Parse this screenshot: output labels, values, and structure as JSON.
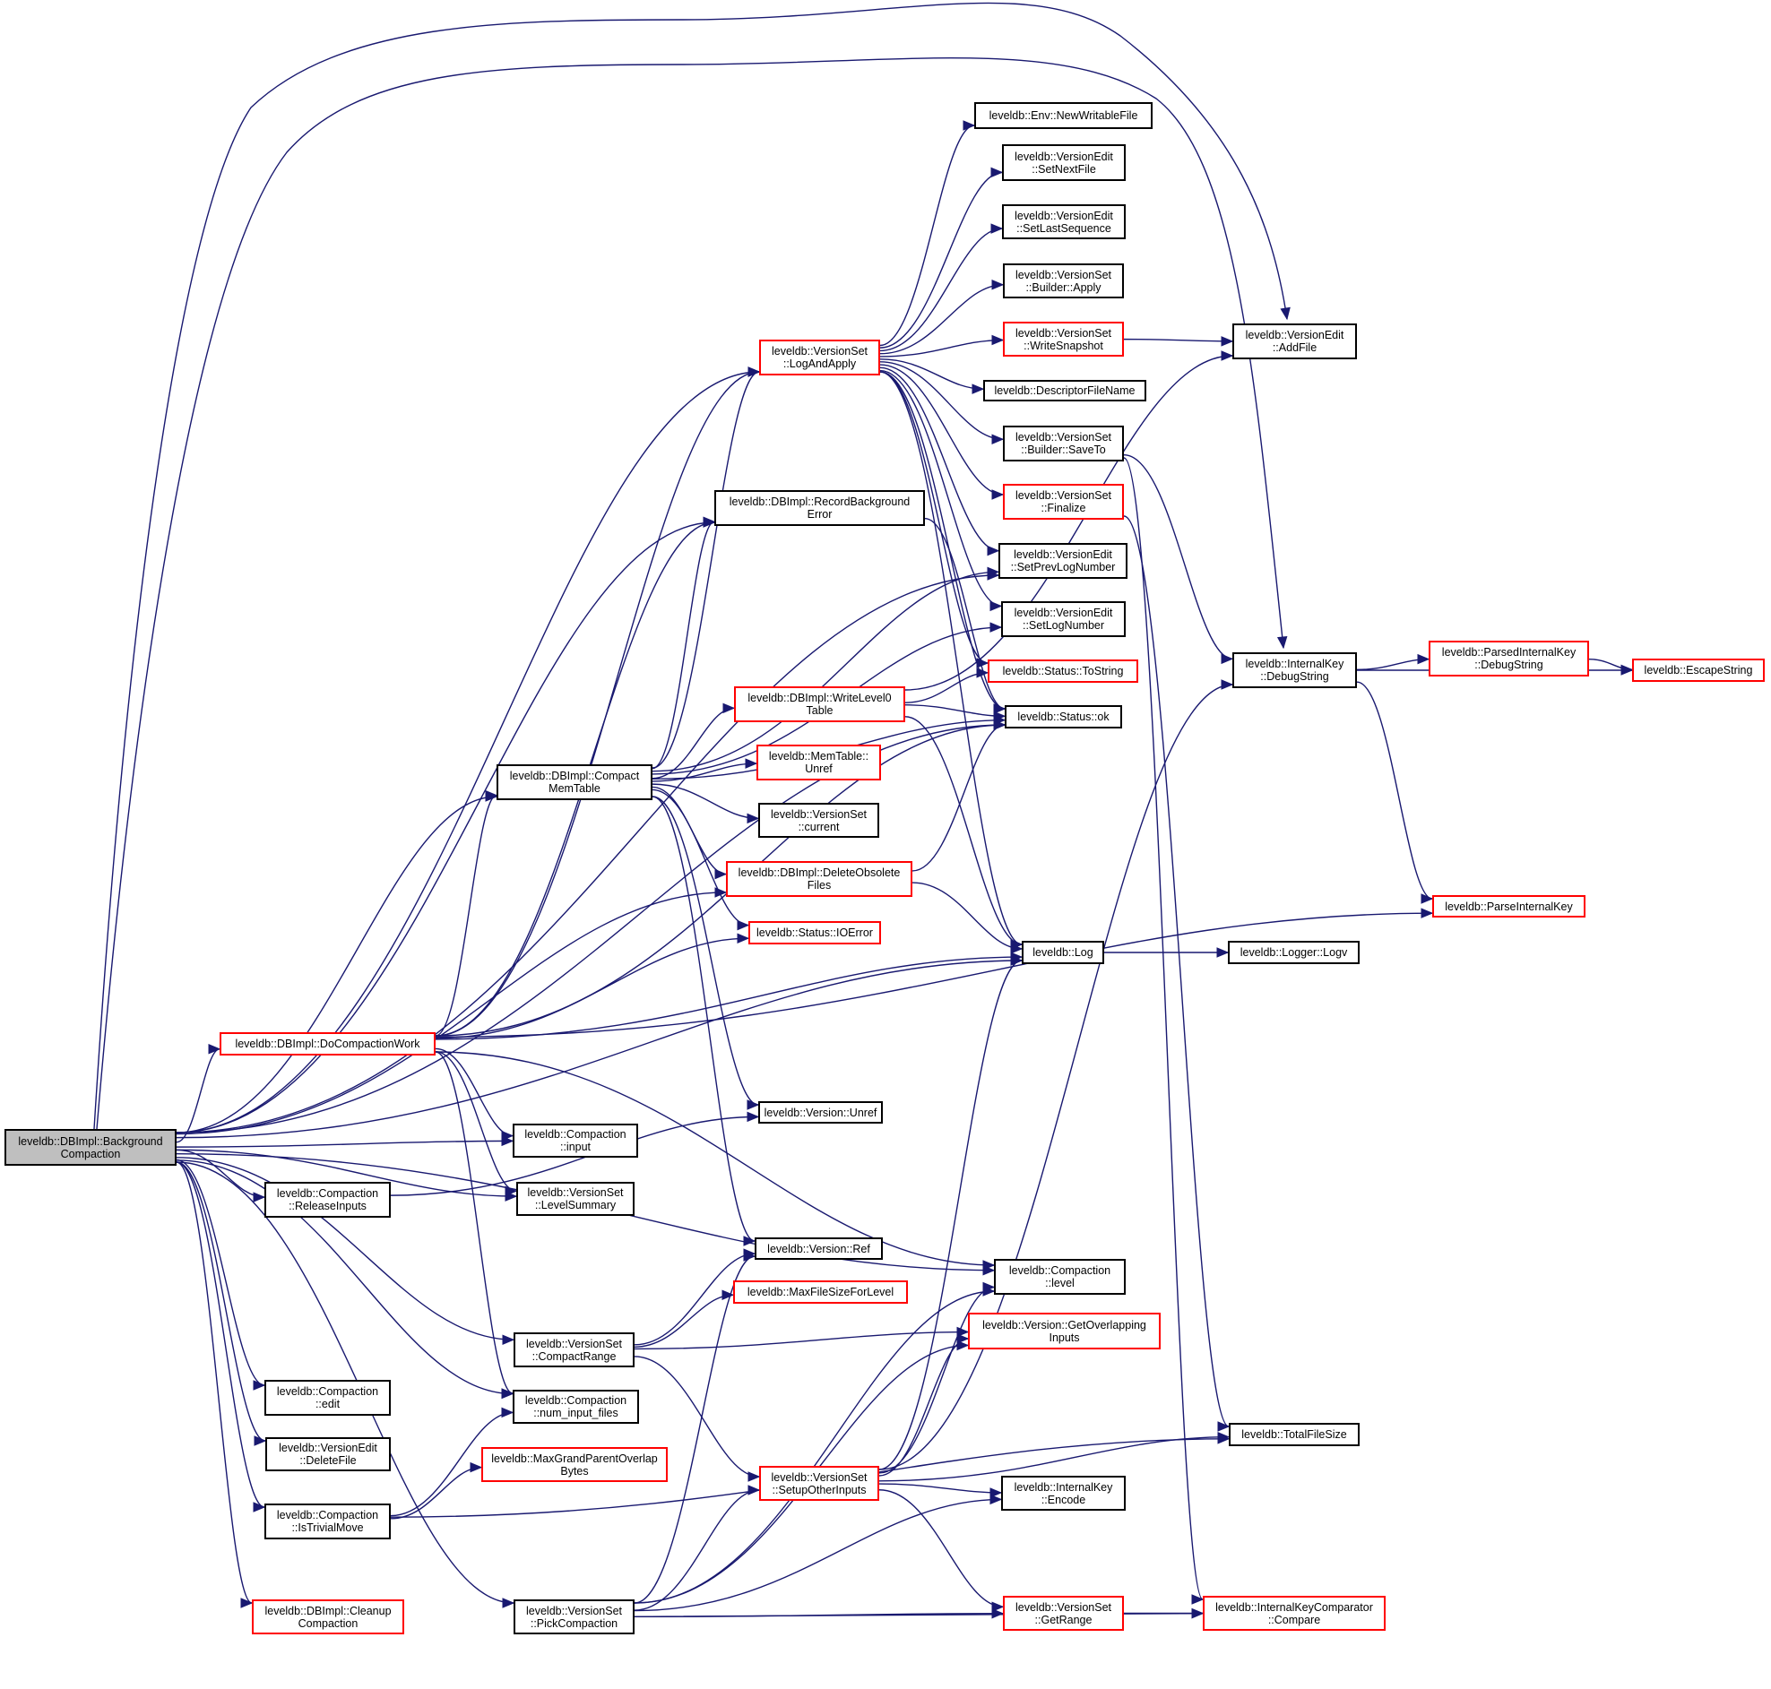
{
  "title": "Call graph of leveldb::DBImpl::BackgroundCompaction",
  "colors": {
    "edge": "#191970",
    "root_fill": "#bfbfbf",
    "truncated_border": "#ff0000",
    "normal_border": "#000000"
  },
  "nodes": [
    {
      "id": "root",
      "lines": [
        "leveldb::DBImpl::Background",
        "Compaction"
      ],
      "style": "root"
    },
    {
      "id": "doCompactionWork",
      "lines": [
        "leveldb::DBImpl::DoCompactionWork"
      ],
      "style": "red"
    },
    {
      "id": "compactMemTable",
      "lines": [
        "leveldb::DBImpl::Compact",
        "MemTable"
      ],
      "style": "normal"
    },
    {
      "id": "logAndApply",
      "lines": [
        "leveldb::VersionSet",
        "::LogAndApply"
      ],
      "style": "red"
    },
    {
      "id": "recordBgError",
      "lines": [
        "leveldb::DBImpl::RecordBackground",
        "Error"
      ],
      "style": "normal"
    },
    {
      "id": "newWritableFile",
      "lines": [
        "leveldb::Env::NewWritableFile"
      ],
      "style": "normal"
    },
    {
      "id": "setNextFile",
      "lines": [
        "leveldb::VersionEdit",
        "::SetNextFile"
      ],
      "style": "normal"
    },
    {
      "id": "setLastSequence",
      "lines": [
        "leveldb::VersionEdit",
        "::SetLastSequence"
      ],
      "style": "normal"
    },
    {
      "id": "builderApply",
      "lines": [
        "leveldb::VersionSet",
        "::Builder::Apply"
      ],
      "style": "normal"
    },
    {
      "id": "writeSnapshot",
      "lines": [
        "leveldb::VersionSet",
        "::WriteSnapshot"
      ],
      "style": "red"
    },
    {
      "id": "descriptorFileName",
      "lines": [
        "leveldb::DescriptorFileName"
      ],
      "style": "normal"
    },
    {
      "id": "builderSaveTo",
      "lines": [
        "leveldb::VersionSet",
        "::Builder::SaveTo"
      ],
      "style": "normal"
    },
    {
      "id": "finalize",
      "lines": [
        "leveldb::VersionSet",
        "::Finalize"
      ],
      "style": "red"
    },
    {
      "id": "setPrevLogNumber",
      "lines": [
        "leveldb::VersionEdit",
        "::SetPrevLogNumber"
      ],
      "style": "normal"
    },
    {
      "id": "setLogNumber",
      "lines": [
        "leveldb::VersionEdit",
        "::SetLogNumber"
      ],
      "style": "normal"
    },
    {
      "id": "statusToString",
      "lines": [
        "leveldb::Status::ToString"
      ],
      "style": "red"
    },
    {
      "id": "statusOk",
      "lines": [
        "leveldb::Status::ok"
      ],
      "style": "normal"
    },
    {
      "id": "addFile",
      "lines": [
        "leveldb::VersionEdit",
        "::AddFile"
      ],
      "style": "normal"
    },
    {
      "id": "ikDebugString",
      "lines": [
        "leveldb::InternalKey",
        "::DebugString"
      ],
      "style": "normal"
    },
    {
      "id": "pikDebugString",
      "lines": [
        "leveldb::ParsedInternalKey",
        "::DebugString"
      ],
      "style": "red"
    },
    {
      "id": "escapeString",
      "lines": [
        "leveldb::EscapeString"
      ],
      "style": "red"
    },
    {
      "id": "writeLevel0Table",
      "lines": [
        "leveldb::DBImpl::WriteLevel0",
        "Table"
      ],
      "style": "red"
    },
    {
      "id": "memTableUnref",
      "lines": [
        "leveldb::MemTable::",
        "Unref"
      ],
      "style": "red"
    },
    {
      "id": "versionSetCurrent",
      "lines": [
        "leveldb::VersionSet",
        "::current"
      ],
      "style": "normal"
    },
    {
      "id": "deleteObsoleteFiles",
      "lines": [
        "leveldb::DBImpl::DeleteObsolete",
        "Files"
      ],
      "style": "red"
    },
    {
      "id": "statusIOError",
      "lines": [
        "leveldb::Status::IOError"
      ],
      "style": "red"
    },
    {
      "id": "log",
      "lines": [
        "leveldb::Log"
      ],
      "style": "normal"
    },
    {
      "id": "loggerLogv",
      "lines": [
        "leveldb::Logger::Logv"
      ],
      "style": "normal"
    },
    {
      "id": "parseInternalKey",
      "lines": [
        "leveldb::ParseInternalKey"
      ],
      "style": "red"
    },
    {
      "id": "versionUnref",
      "lines": [
        "leveldb::Version::Unref"
      ],
      "style": "normal"
    },
    {
      "id": "compactionInput",
      "lines": [
        "leveldb::Compaction",
        "::input"
      ],
      "style": "normal"
    },
    {
      "id": "levelSummary",
      "lines": [
        "leveldb::VersionSet",
        "::LevelSummary"
      ],
      "style": "normal"
    },
    {
      "id": "releaseInputs",
      "lines": [
        "leveldb::Compaction",
        "::ReleaseInputs"
      ],
      "style": "normal"
    },
    {
      "id": "versionRef",
      "lines": [
        "leveldb::Version::Ref"
      ],
      "style": "normal"
    },
    {
      "id": "maxFileSizeForLevel",
      "lines": [
        "leveldb::MaxFileSizeForLevel"
      ],
      "style": "red"
    },
    {
      "id": "compactionLevel",
      "lines": [
        "leveldb::Compaction",
        "::level"
      ],
      "style": "normal"
    },
    {
      "id": "getOverlappingInputs",
      "lines": [
        "leveldb::Version::GetOverlapping",
        "Inputs"
      ],
      "style": "red"
    },
    {
      "id": "compactRange",
      "lines": [
        "leveldb::VersionSet",
        "::CompactRange"
      ],
      "style": "normal"
    },
    {
      "id": "compactionEdit",
      "lines": [
        "leveldb::Compaction",
        "::edit"
      ],
      "style": "normal"
    },
    {
      "id": "numInputFiles",
      "lines": [
        "leveldb::Compaction",
        "::num_input_files"
      ],
      "style": "normal"
    },
    {
      "id": "deleteFile",
      "lines": [
        "leveldb::VersionEdit",
        "::DeleteFile"
      ],
      "style": "normal"
    },
    {
      "id": "maxGrandParentOverlap",
      "lines": [
        "leveldb::MaxGrandParentOverlap",
        "Bytes"
      ],
      "style": "red"
    },
    {
      "id": "isTrivialMove",
      "lines": [
        "leveldb::Compaction",
        "::IsTrivialMove"
      ],
      "style": "normal"
    },
    {
      "id": "setupOtherInputs",
      "lines": [
        "leveldb::VersionSet",
        "::SetupOtherInputs"
      ],
      "style": "red"
    },
    {
      "id": "totalFileSize",
      "lines": [
        "leveldb::TotalFileSize"
      ],
      "style": "normal"
    },
    {
      "id": "ikEncode",
      "lines": [
        "leveldb::InternalKey",
        "::Encode"
      ],
      "style": "normal"
    },
    {
      "id": "getRange",
      "lines": [
        "leveldb::VersionSet",
        "::GetRange"
      ],
      "style": "red"
    },
    {
      "id": "ikcCompare",
      "lines": [
        "leveldb::InternalKeyComparator",
        "::Compare"
      ],
      "style": "red"
    },
    {
      "id": "cleanupCompaction",
      "lines": [
        "leveldb::DBImpl::Cleanup",
        "Compaction"
      ],
      "style": "red"
    },
    {
      "id": "pickCompaction",
      "lines": [
        "leveldb::VersionSet",
        "::PickCompaction"
      ],
      "style": "normal"
    }
  ],
  "edges": [
    [
      "root",
      "addFile"
    ],
    [
      "root",
      "ikDebugString"
    ],
    [
      "root",
      "logAndApply"
    ],
    [
      "root",
      "recordBgError"
    ],
    [
      "root",
      "statusOk"
    ],
    [
      "root",
      "setPrevLogNumber"
    ],
    [
      "root",
      "compactMemTable"
    ],
    [
      "root",
      "doCompactionWork"
    ],
    [
      "root",
      "deleteObsoleteFiles"
    ],
    [
      "root",
      "compactionInput"
    ],
    [
      "root",
      "levelSummary"
    ],
    [
      "root",
      "releaseInputs"
    ],
    [
      "root",
      "log"
    ],
    [
      "root",
      "compactRange"
    ],
    [
      "root",
      "numInputFiles"
    ],
    [
      "root",
      "compactionEdit"
    ],
    [
      "root",
      "deleteFile"
    ],
    [
      "root",
      "isTrivialMove"
    ],
    [
      "root",
      "compactionLevel"
    ],
    [
      "root",
      "cleanupCompaction"
    ],
    [
      "root",
      "pickCompaction"
    ],
    [
      "doCompactionWork",
      "logAndApply"
    ],
    [
      "doCompactionWork",
      "recordBgError"
    ],
    [
      "doCompactionWork",
      "compactMemTable"
    ],
    [
      "doCompactionWork",
      "statusOk"
    ],
    [
      "doCompactionWork",
      "log"
    ],
    [
      "doCompactionWork",
      "statusIOError"
    ],
    [
      "doCompactionWork",
      "parseInternalKey"
    ],
    [
      "doCompactionWork",
      "compactionInput"
    ],
    [
      "doCompactionWork",
      "levelSummary"
    ],
    [
      "doCompactionWork",
      "numInputFiles"
    ],
    [
      "doCompactionWork",
      "compactionLevel"
    ],
    [
      "compactMemTable",
      "recordBgError"
    ],
    [
      "compactMemTable",
      "setPrevLogNumber"
    ],
    [
      "compactMemTable",
      "setLogNumber"
    ],
    [
      "compactMemTable",
      "statusOk"
    ],
    [
      "compactMemTable",
      "writeLevel0Table"
    ],
    [
      "compactMemTable",
      "memTableUnref"
    ],
    [
      "compactMemTable",
      "versionSetCurrent"
    ],
    [
      "compactMemTable",
      "deleteObsoleteFiles"
    ],
    [
      "compactMemTable",
      "statusIOError"
    ],
    [
      "compactMemTable",
      "versionUnref"
    ],
    [
      "compactMemTable",
      "versionRef"
    ],
    [
      "compactMemTable",
      "logAndApply"
    ],
    [
      "logAndApply",
      "newWritableFile"
    ],
    [
      "logAndApply",
      "setNextFile"
    ],
    [
      "logAndApply",
      "setLastSequence"
    ],
    [
      "logAndApply",
      "builderApply"
    ],
    [
      "logAndApply",
      "writeSnapshot"
    ],
    [
      "logAndApply",
      "descriptorFileName"
    ],
    [
      "logAndApply",
      "builderSaveTo"
    ],
    [
      "logAndApply",
      "finalize"
    ],
    [
      "logAndApply",
      "setPrevLogNumber"
    ],
    [
      "logAndApply",
      "setLogNumber"
    ],
    [
      "logAndApply",
      "statusToString"
    ],
    [
      "logAndApply",
      "statusOk"
    ],
    [
      "logAndApply",
      "log"
    ],
    [
      "writeSnapshot",
      "addFile"
    ],
    [
      "builderSaveTo",
      "ikDebugString"
    ],
    [
      "builderSaveTo",
      "ikcCompare"
    ],
    [
      "finalize",
      "totalFileSize"
    ],
    [
      "recordBgError",
      "statusOk"
    ],
    [
      "writeLevel0Table",
      "statusToString"
    ],
    [
      "writeLevel0Table",
      "statusOk"
    ],
    [
      "writeLevel0Table",
      "log"
    ],
    [
      "writeLevel0Table",
      "addFile"
    ],
    [
      "deleteObsoleteFiles",
      "statusOk"
    ],
    [
      "deleteObsoleteFiles",
      "log"
    ],
    [
      "log",
      "loggerLogv"
    ],
    [
      "ikDebugString",
      "pikDebugString"
    ],
    [
      "ikDebugString",
      "escapeString"
    ],
    [
      "ikDebugString",
      "parseInternalKey"
    ],
    [
      "pikDebugString",
      "escapeString"
    ],
    [
      "releaseInputs",
      "versionUnref"
    ],
    [
      "compactRange",
      "versionRef"
    ],
    [
      "compactRange",
      "maxFileSizeForLevel"
    ],
    [
      "compactRange",
      "getOverlappingInputs"
    ],
    [
      "compactRange",
      "setupOtherInputs"
    ],
    [
      "isTrivialMove",
      "numInputFiles"
    ],
    [
      "isTrivialMove",
      "maxGrandParentOverlap"
    ],
    [
      "isTrivialMove",
      "totalFileSize"
    ],
    [
      "setupOtherInputs",
      "log"
    ],
    [
      "setupOtherInputs",
      "compactionLevel"
    ],
    [
      "setupOtherInputs",
      "getOverlappingInputs"
    ],
    [
      "setupOtherInputs",
      "ikDebugString"
    ],
    [
      "setupOtherInputs",
      "totalFileSize"
    ],
    [
      "setupOtherInputs",
      "ikEncode"
    ],
    [
      "setupOtherInputs",
      "getRange"
    ],
    [
      "pickCompaction",
      "versionRef"
    ],
    [
      "pickCompaction",
      "compactionLevel"
    ],
    [
      "pickCompaction",
      "getOverlappingInputs"
    ],
    [
      "pickCompaction",
      "setupOtherInputs"
    ],
    [
      "pickCompaction",
      "ikEncode"
    ],
    [
      "pickCompaction",
      "getRange"
    ],
    [
      "pickCompaction",
      "ikcCompare"
    ],
    [
      "getRange",
      "ikcCompare"
    ]
  ]
}
